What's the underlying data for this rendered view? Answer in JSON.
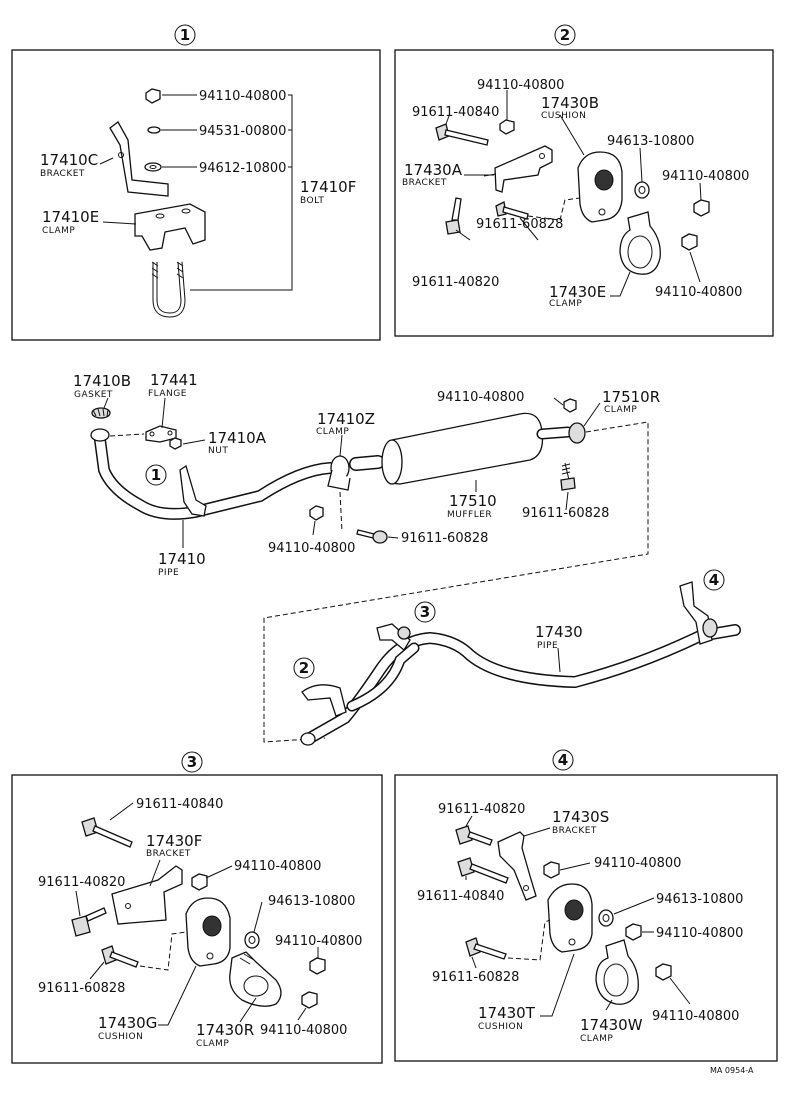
{
  "section_numbers": {
    "s1": "1",
    "s2": "2",
    "s3": "3",
    "s4": "4"
  },
  "panel1": {
    "p94110a": "94110-40800",
    "p94531": "94531-00800",
    "p94612": "94612-10800",
    "p17410F": "17410F",
    "c17410F": "BOLT",
    "p17410C": "17410C",
    "c17410C": "BRACKET",
    "p17410E": "17410E",
    "c17410E": "CLAMP"
  },
  "panel2": {
    "p94110a": "94110-40800",
    "p91611a": "91611-40840",
    "p17430B": "17430B",
    "c17430B": "CUSHION",
    "p94613": "94613-10800",
    "p17430A": "17430A",
    "c17430A": "BRACKET",
    "p94110b": "94110-40800",
    "p91611b": "91611-60828",
    "p91611c": "91611-40820",
    "p17430E": "17430E",
    "c17430E": "CLAMP",
    "p94110c": "94110-40800"
  },
  "main": {
    "p17410B": "17410B",
    "c17410B": "GASKET",
    "p17441": "17441",
    "c17441": "FLANGE",
    "p17410A": "17410A",
    "c17410A": "NUT",
    "p17410Z": "17410Z",
    "c17410Z": "CLAMP",
    "p94110a": "94110-40800",
    "p17510R": "17510R",
    "c17510R": "CLAMP",
    "p17510": "17510",
    "c17510": "MUFFLER",
    "p91611a": "91611-60828",
    "p17410": "17410",
    "c17410": "PIPE",
    "p94110b": "94110-40800",
    "p91611b": "91611-60828",
    "p17430": "17430",
    "c17430": "PIPE"
  },
  "panel3": {
    "p91611a": "91611-40840",
    "p17430F": "17430F",
    "c17430F": "BRACKET",
    "p94110a": "94110-40800",
    "p91611b": "91611-40820",
    "p94613": "94613-10800",
    "p94110b": "94110-40800",
    "p91611c": "91611-60828",
    "p17430G": "17430G",
    "c17430G": "CUSHION",
    "p17430R": "17430R",
    "c17430R": "CLAMP",
    "p94110c": "94110-40800"
  },
  "panel4": {
    "p91611a": "91611-40820",
    "p17430S": "17430S",
    "c17430S": "BRACKET",
    "p94110a": "94110-40800",
    "p91611b": "91611-40840",
    "p94613": "94613-10800",
    "p94110b": "94110-40800",
    "p91611c": "91611-60828",
    "p17430T": "17430T",
    "c17430T": "CUSHION",
    "p17430W": "17430W",
    "c17430W": "CLAMP",
    "p94110c": "94110-40800"
  },
  "drawing_code": "MA  0954-A"
}
